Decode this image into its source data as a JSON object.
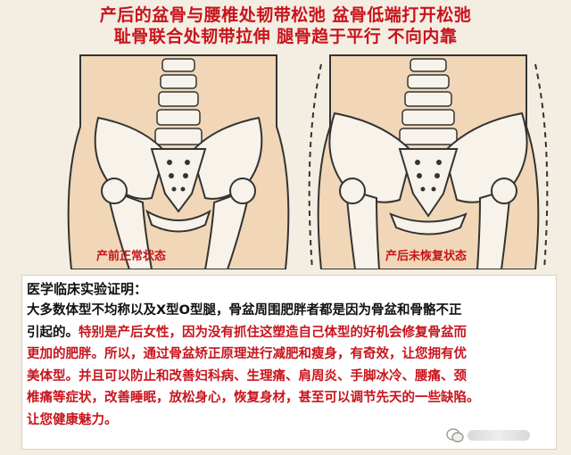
{
  "header": {
    "line1": "产后的盆骨与腰椎处韧带松弛   盆骨低端打开松弛",
    "line2": "耻骨联合处韧带拉伸  腿骨趋于平行  不向内靠"
  },
  "captions": {
    "left": "产前正常状态",
    "right": "产后未恢复状态"
  },
  "article": {
    "title": "医学临床实验证明：",
    "segments": [
      {
        "text": "大多数体型不均称以及X型O型腿，骨盆周围肥胖者都是因为骨盆和骨骼不正",
        "color": "dark"
      },
      {
        "text": "引起的。",
        "color": "dark"
      },
      {
        "text": "特别是产后女性，因为没有抓住这塑造自己体型的好机会修复骨盆而",
        "color": "red"
      },
      {
        "text": "更加的肥胖。所以，通过骨盆矫正原理进行减肥和瘦身，有奇效，让您拥有优",
        "color": "red"
      },
      {
        "text": "美体型。并且可以防止和改善妇科病、生理痛、肩周炎、手脚冰冷、腰痛、颈",
        "color": "red"
      },
      {
        "text": "椎痛等症状，改善睡眠，放松身心，恢复身材，甚至可以调节先天的一些缺陷。",
        "color": "red"
      },
      {
        "text": "让您健康魅力。",
        "color": "red"
      }
    ]
  },
  "colors": {
    "title_red": "#c8141c",
    "body_dark": "#111111",
    "background": "#f3ede2",
    "skin": "#f1d7b8"
  },
  "icons": {
    "watermark": "wechat-icon"
  }
}
